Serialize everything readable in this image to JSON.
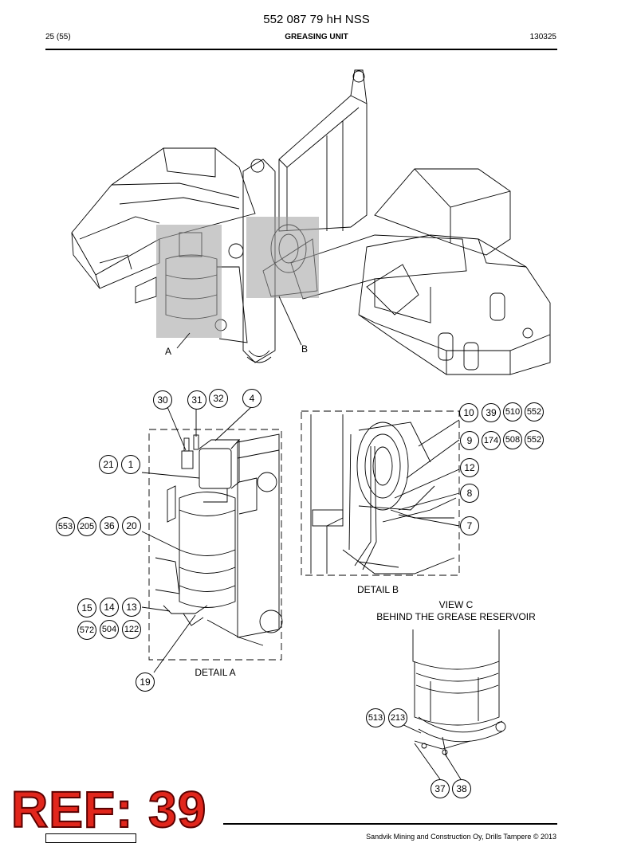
{
  "header": {
    "doc_number": "552 087 79 hH NSS",
    "page": "25 (55)",
    "section_title": "GREASING UNIT",
    "date_code": "130325"
  },
  "main_view": {
    "label_a": "A",
    "label_b": "B"
  },
  "detail_a": {
    "caption": "DETAIL A",
    "callouts": [
      "30",
      "31",
      "32",
      "4",
      "21",
      "1",
      "553",
      "205",
      "36",
      "20",
      "15",
      "14",
      "13",
      "572",
      "504",
      "122",
      "19"
    ]
  },
  "detail_b": {
    "caption": "DETAIL B",
    "callouts": [
      "10",
      "39",
      "510",
      "552",
      "9",
      "174",
      "508",
      "552",
      "12",
      "8",
      "7"
    ]
  },
  "view_c": {
    "caption_line1": "VIEW C",
    "caption_line2": "BEHIND THE GREASE RESERVOIR",
    "callouts": [
      "513",
      "213",
      "37",
      "38"
    ]
  },
  "ref_stamp": "REF: 39",
  "footer": {
    "copyright": "Sandvik Mining and Construction Oy, Drills Tampere © 2013"
  }
}
